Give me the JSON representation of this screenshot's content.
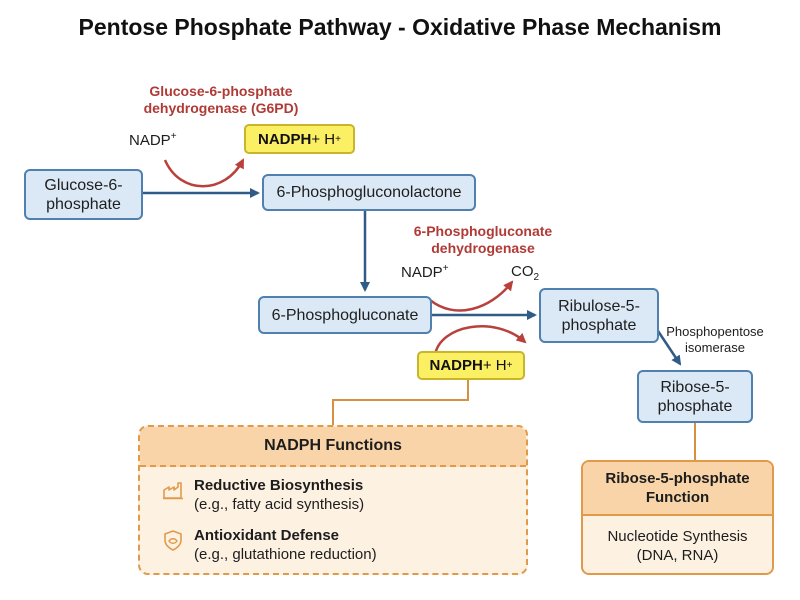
{
  "title": "Pentose Phosphate Pathway - Oxidative Phase Mechanism",
  "nodes": {
    "glucose6p": "Glucose-6-\nphosphate",
    "lactone": "6-Phosphogluconolactone",
    "gluconate": "6-Phosphogluconate",
    "ribulose5p": "Ribulose-5-\nphosphate",
    "ribose5p": "Ribose-5-\nphosphate"
  },
  "step1": {
    "enzyme": "Glucose-6-phosphate\ndehydrogenase (G6PD)",
    "cofactor_in": "NADP",
    "cofactor_in_charge": "+",
    "product_bold": "NADPH",
    "product_rest": " + H",
    "product_charge": "+"
  },
  "step2": {
    "enzyme": "6-Phosphogluconate\ndehydrogenase",
    "cofactor_in": "NADP",
    "cofactor_in_charge": "+",
    "byproduct": "CO",
    "byproduct_sub": "2",
    "product_bold": "NADPH",
    "product_rest": " + H",
    "product_charge": "+"
  },
  "isomerase": "Phosphopentose\nisomerase",
  "nadph_functions": {
    "header": "NADPH Functions",
    "items": [
      {
        "icon": "factory-icon",
        "title": "Reductive Biosynthesis",
        "detail": "(e.g., fatty acid synthesis)"
      },
      {
        "icon": "shield-icon",
        "title": "Antioxidant Defense",
        "detail": "(e.g., glutathione reduction)"
      }
    ]
  },
  "ribose_function": {
    "header": "Ribose-5-phosphate\nFunction",
    "body": "Nucleotide Synthesis\n(DNA, RNA)"
  },
  "colors": {
    "node_fill": "#dbe8f5",
    "node_border": "#4f80b0",
    "main_arrow": "#2f5b86",
    "enzyme_text": "#b03a35",
    "cofactor_arrow": "#b8413c",
    "highlight": "#fbef63",
    "panel_border": "#e09a4a",
    "panel_fill": "#fdf1e2"
  }
}
